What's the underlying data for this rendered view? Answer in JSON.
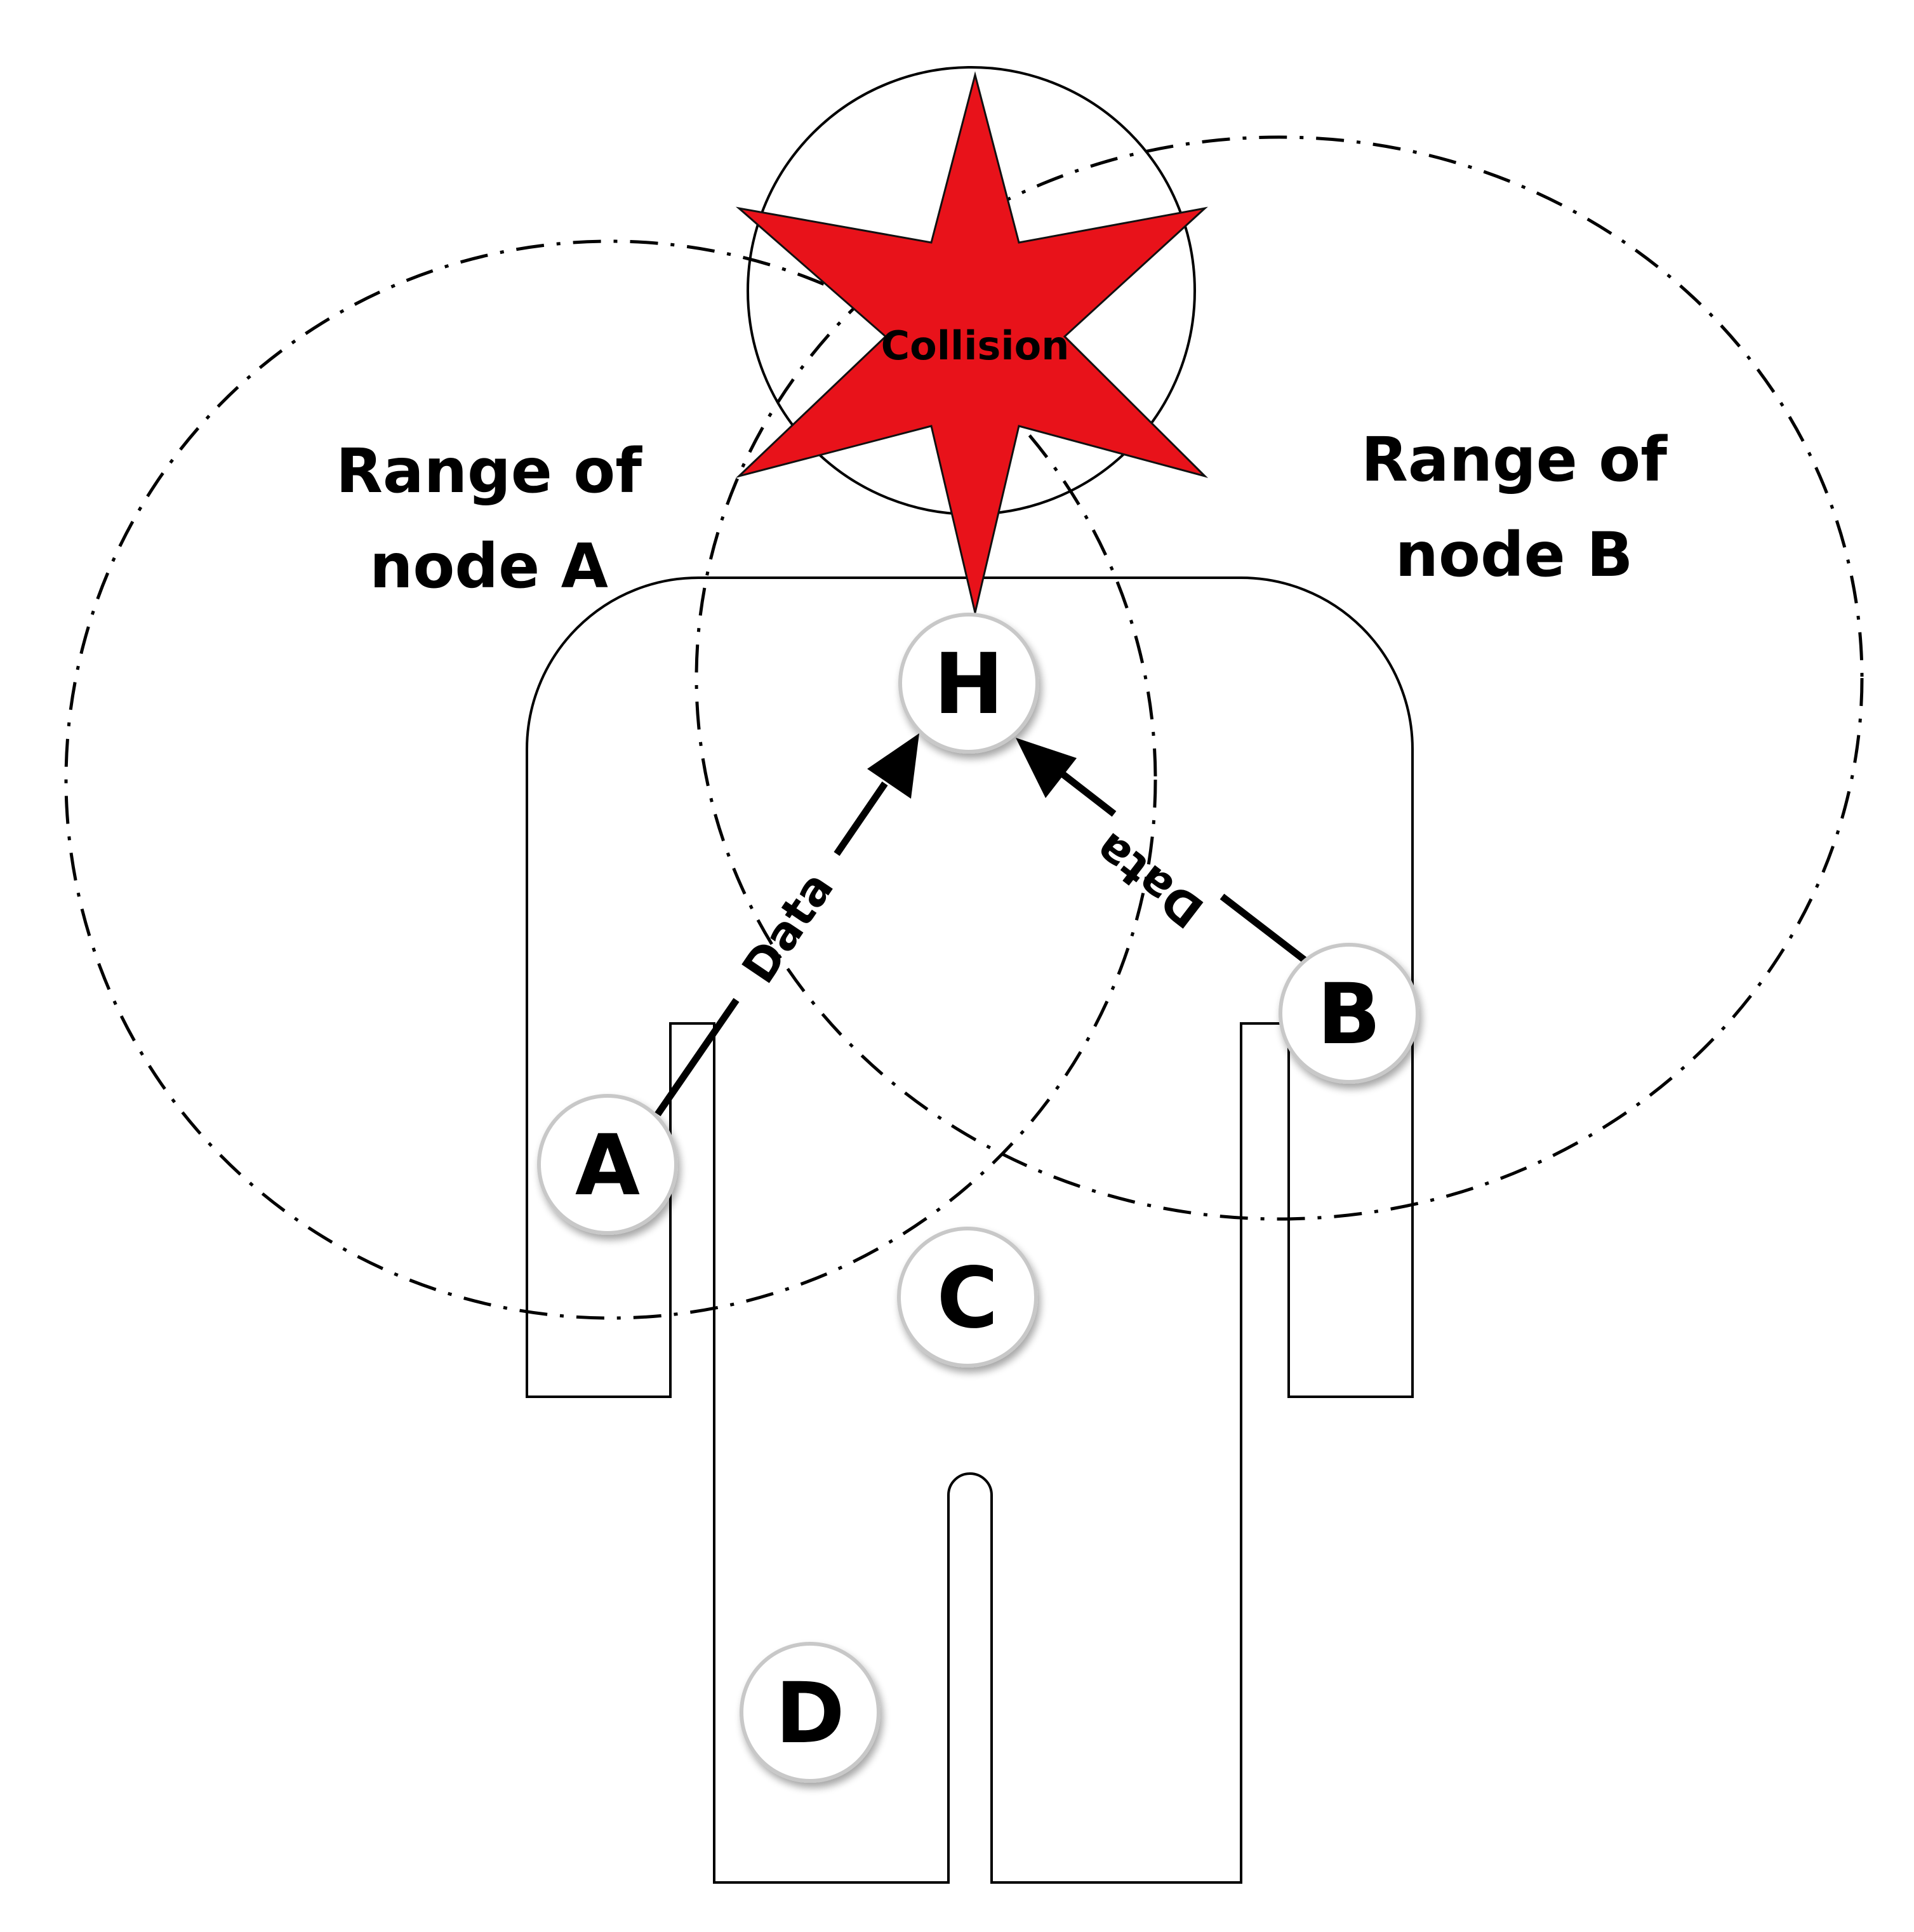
{
  "ranges": {
    "a_label_line1": "Range of",
    "a_label_line2": "node A",
    "b_label_line1": "Range of",
    "b_label_line2": "node B"
  },
  "collision": {
    "label": "Collision",
    "color": "#e8121a"
  },
  "nodes": {
    "h": "H",
    "a": "A",
    "b": "B",
    "c": "C",
    "d": "D"
  },
  "links": {
    "a_to_h": "Data",
    "b_to_h": "Data"
  }
}
